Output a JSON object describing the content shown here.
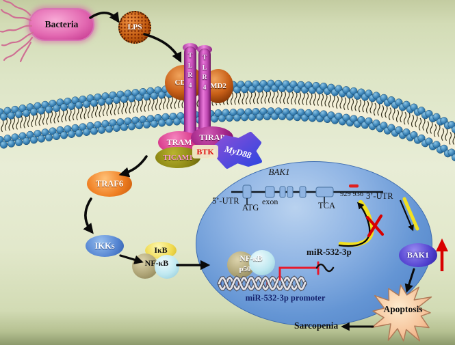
{
  "labels": {
    "bacteria": "Bacteria",
    "lps": "LPS",
    "cd14": "CD14",
    "md2": "MD2",
    "tlr4": "TLR4",
    "tram": "TRAM",
    "tirap": "TIRAP",
    "ticam1": "TICAM1",
    "btk": "BTK",
    "myd88": "MyD88",
    "traf6": "TRAF6",
    "ikks": "IKKs",
    "ikb": "IκB",
    "nfkb": "NF-κB",
    "p50": "p50",
    "mir532": "miR-532-3p",
    "mir532_promoter": "miR-532-3p promoter",
    "bak1_protein": "BAK1",
    "apoptosis": "Apoptosis",
    "sarcopenia": "Sarcopenia"
  },
  "gene": {
    "name": "BAK1",
    "utr5": "5’-UTR",
    "start_codon": "ATG",
    "exon": "exon",
    "stop_codon": "TCA",
    "binding_site": "929 936",
    "utr3": "3’-UTR"
  },
  "colors": {
    "background_green": "#dde5c6",
    "membrane_blue": "#3f87ba",
    "nucleus_blue": "#6495d4",
    "inhibition_red": "#e01424",
    "highlight_yellow": "#f2e021",
    "apoptosis_peach": "#f6c69e"
  }
}
